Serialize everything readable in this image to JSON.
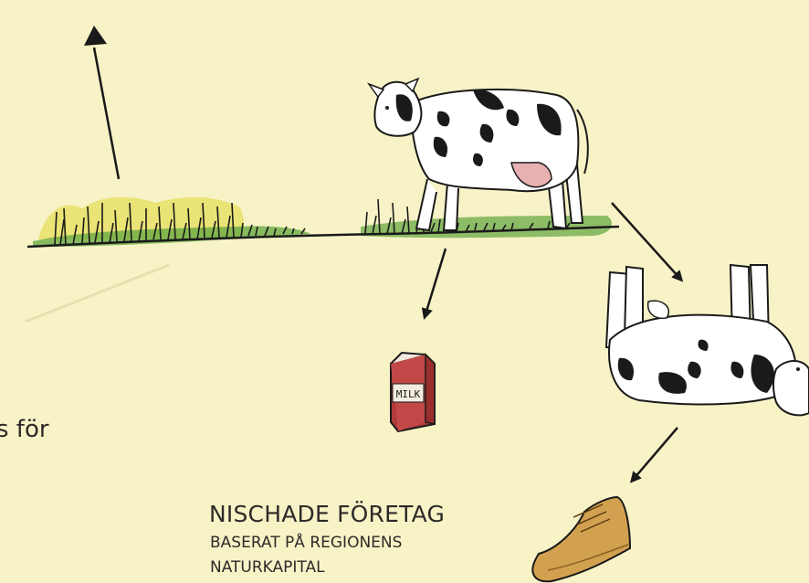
{
  "caption": {
    "title": "NISCHADE FÖRETAG",
    "line1": "BASERAT PÅ REGIONENS",
    "line2": "NATURKAPITAL"
  },
  "left_fragment": "s för",
  "milk_label": "MILK",
  "colors": {
    "background": "#f7f3c6",
    "grass": "#5a9a3a",
    "highlight": "#d8d23a",
    "milk_carton": "#b23a3a",
    "shoe": "#d2a150",
    "ink": "#1a1a1a"
  }
}
